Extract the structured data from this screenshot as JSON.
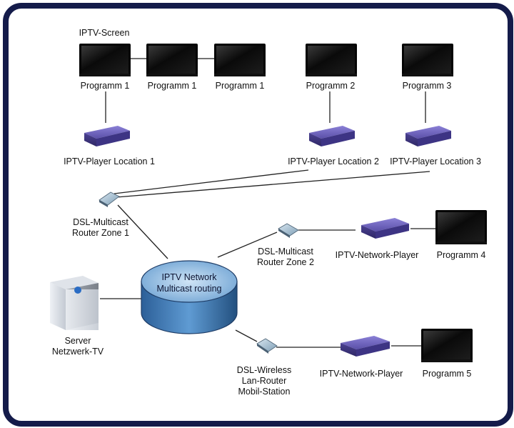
{
  "diagram": {
    "tv_group_label": "IPTV-Screen",
    "screens": {
      "tv1": "Programm 1",
      "tv2": "Programm 1",
      "tv3": "Programm 1",
      "tv4": "Programm 2",
      "tv5": "Programm 3",
      "tv6": "Programm 4",
      "tv7": "Programm 5"
    },
    "players": {
      "player1": "IPTV-Player Location 1",
      "player2": "IPTV-Player Location 2",
      "player3": "IPTV-Player Location 3",
      "player4": "IPTV-Network-Player",
      "player5": "IPTV-Network-Player"
    },
    "routers": {
      "router1": [
        "DSL-Multicast",
        "Router Zone 1"
      ],
      "router2": [
        "DSL-Multicast",
        "Router Zone 2"
      ],
      "router3": [
        "DSL-Wireless",
        "Lan-Router",
        "Mobil-Station"
      ]
    },
    "network": [
      "IPTV Network",
      "Multicast routing"
    ],
    "server": [
      "Server",
      "Netzwerk-TV"
    ]
  },
  "colors": {
    "frame": "#141b4a",
    "player": "#5a4fa8",
    "network_cylinder": "#3f7fc0",
    "line": "#222222"
  }
}
